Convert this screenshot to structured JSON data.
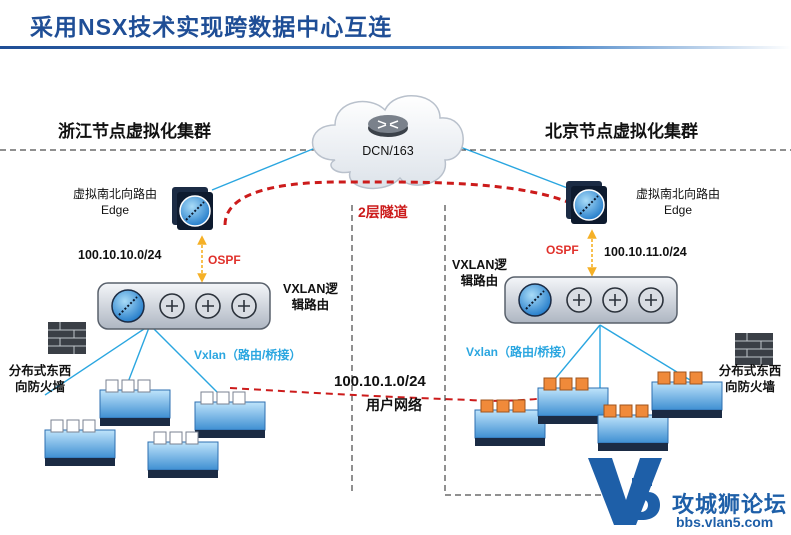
{
  "title": "采用NSX技术实现跨数据中心互连",
  "left_region": {
    "name": "浙江节点虚拟化集群",
    "edge_label": [
      "虚拟南北向路由",
      "Edge"
    ],
    "edge_subnet": "100.10.10.0/24",
    "ospf": "OSPF",
    "router_label": [
      "VXLAN逻",
      "辑路由"
    ],
    "vxlan_label": "Vxlan（路由/桥接）",
    "firewall_label": [
      "分布式东西",
      "向防火墙"
    ]
  },
  "right_region": {
    "name": "北京节点虚拟化集群",
    "edge_label": [
      "虚拟南北向路由",
      "Edge"
    ],
    "edge_subnet": "100.10.11.0/24",
    "ospf": "OSPF",
    "router_label": [
      "VXLAN逻",
      "辑路由"
    ],
    "vxlan_label": "Vxlan（路由/桥接）",
    "firewall_label": [
      "分布式东西",
      "向防火墙"
    ]
  },
  "cloud_label": "DCN/163",
  "tunnel_label": "2层隧道",
  "user_network": {
    "subnet": "100.10.1.0/24",
    "label": "用户网络"
  },
  "logo": {
    "name": "攻城狮论坛",
    "url": "bbs.vlan5.com",
    "mark": "V5"
  },
  "colors": {
    "title": "#1f4e96",
    "link_line": "#2aa6e0",
    "tunnel": "#cc1b1b",
    "ospf_arrow": "#f5b026",
    "server_left": "#6bb8e8",
    "server_right_vm": "#f08a3a"
  }
}
